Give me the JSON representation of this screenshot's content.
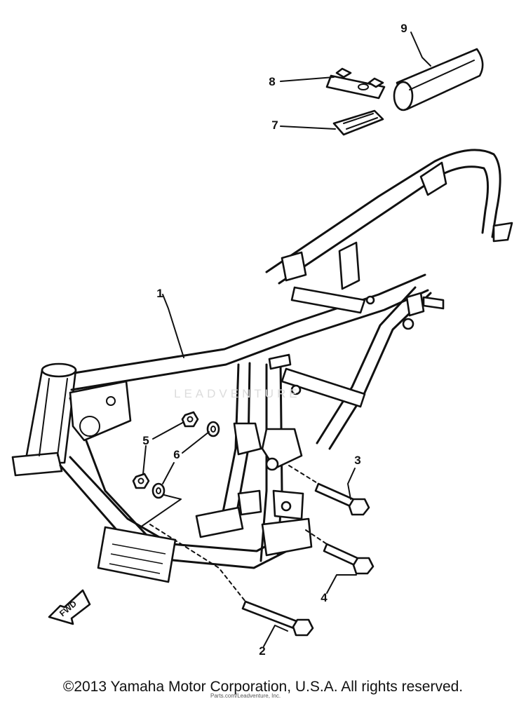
{
  "diagram": {
    "callouts": [
      "1",
      "2",
      "3",
      "4",
      "5",
      "6",
      "7",
      "8",
      "9"
    ],
    "fwd_label": "FWD",
    "watermark": "LEADVENTURE",
    "credit": "Parts.com/Leadventure, Inc."
  },
  "footer": {
    "copyright": "©2013 Yamaha Motor Corporation, U.S.A. All rights reserved."
  }
}
